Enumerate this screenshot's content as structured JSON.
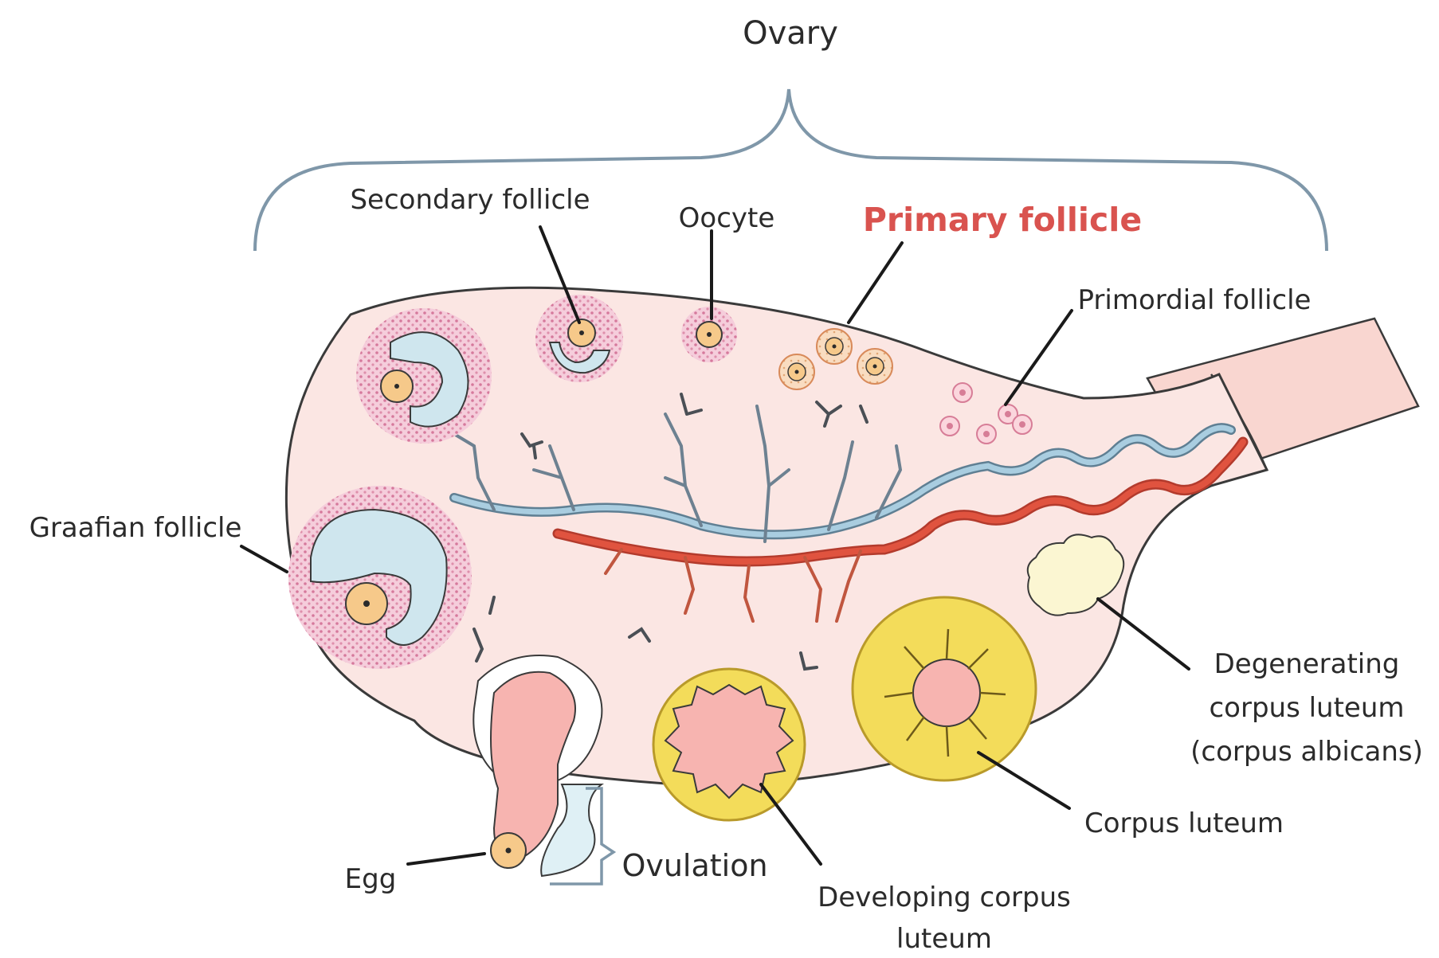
{
  "labels": {
    "ovary": "Ovary",
    "secondary_follicle": "Secondary follicle",
    "oocyte": "Oocyte",
    "primary_follicle": "Primary follicle",
    "primordial_follicle": "Primordial follicle",
    "graafian_follicle": "Graafian follicle",
    "degenerating_line1": "Degenerating",
    "degenerating_line2": "corpus luteum",
    "degenerating_line3": "(corpus albicans)",
    "corpus_luteum": "Corpus luteum",
    "egg": "Egg",
    "ovulation": "Ovulation",
    "developing_line1": "Developing corpus",
    "developing_line2": "luteum"
  },
  "colors": {
    "ovary_fill": "#fbe6e3",
    "outline": "#3a3a3a",
    "highlight_label": "#d9534f",
    "vein": "#a9cde0",
    "artery": "#e0533f",
    "follicle_ring": "#e9a2bb",
    "antrum": "#cfe6ee",
    "oocyte_fill": "#f6c98a",
    "corpus_luteum": "#f3dc5a",
    "corpus_albicans": "#fbf6d2",
    "bracket": "#7f97a9"
  }
}
